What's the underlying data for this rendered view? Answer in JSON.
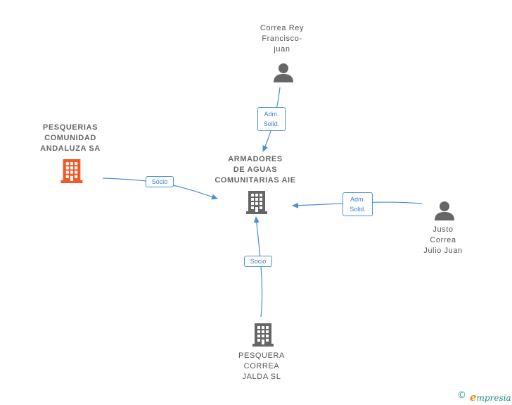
{
  "diagram": {
    "nodes": {
      "center": {
        "label": "ARMADORES\nDE AGUAS\nCOMUNITARIAS AIE",
        "icon": "building-icon",
        "color": "#666666"
      },
      "pesquerias": {
        "label": "PESQUERIAS\nCOMUNIDAD\nANDALUZA SA",
        "icon": "building-icon",
        "color": "#f05a28"
      },
      "correa_rey": {
        "label": "Correa Rey\nFrancisco-\njuan",
        "icon": "person-icon",
        "color": "#666666"
      },
      "justo": {
        "label": "Justo\nCorrea\nJulio Juan",
        "icon": "person-icon",
        "color": "#666666"
      },
      "pesquera": {
        "label": "PESQUERA\nCORREA\nJALDA SL",
        "icon": "building-icon",
        "color": "#666666"
      }
    },
    "edges": {
      "pesquerias_to_center": {
        "label": "Socio"
      },
      "correa_rey_to_center": {
        "label": "Adm.\nSolid."
      },
      "justo_to_center": {
        "label": "Adm.\nSolid."
      },
      "pesquera_to_center": {
        "label": "Socio"
      }
    },
    "edge_color": "#4a8fd8"
  },
  "footer": {
    "copyright_symbol": "©",
    "brand_initial": "e",
    "brand_rest": "mpresia"
  }
}
